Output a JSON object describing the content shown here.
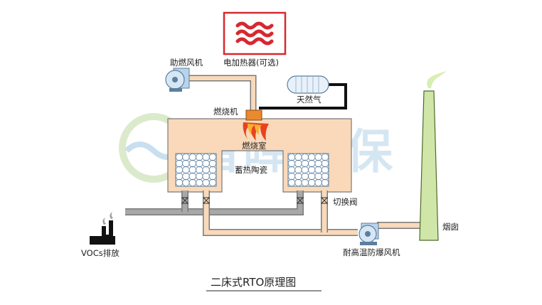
{
  "labels": {
    "heater": "电加热器(可选)",
    "burner_fan": "助燃风机",
    "natural_gas": "天然气",
    "burner": "燃烧机",
    "combustion_chamber": "燃烧室",
    "ceramic": "蓄热陶瓷",
    "switch_valve": "切换阀",
    "chimney": "烟囱",
    "vocs": "VOCs排放",
    "exhaust_fan": "耐高温防爆风机",
    "caption": "二床式RTO原理图",
    "watermark": "昌晖环保"
  },
  "colors": {
    "heater_border": "#d7282f",
    "chamber_fill": "#f9d9ba",
    "chamber_stroke": "#7a7a7a",
    "chimney_fill": "#cfe6a8",
    "chimney_stroke": "#4d6b2a",
    "gray_duct": "#9c9c9c",
    "watermark": "#6aa8d6"
  }
}
